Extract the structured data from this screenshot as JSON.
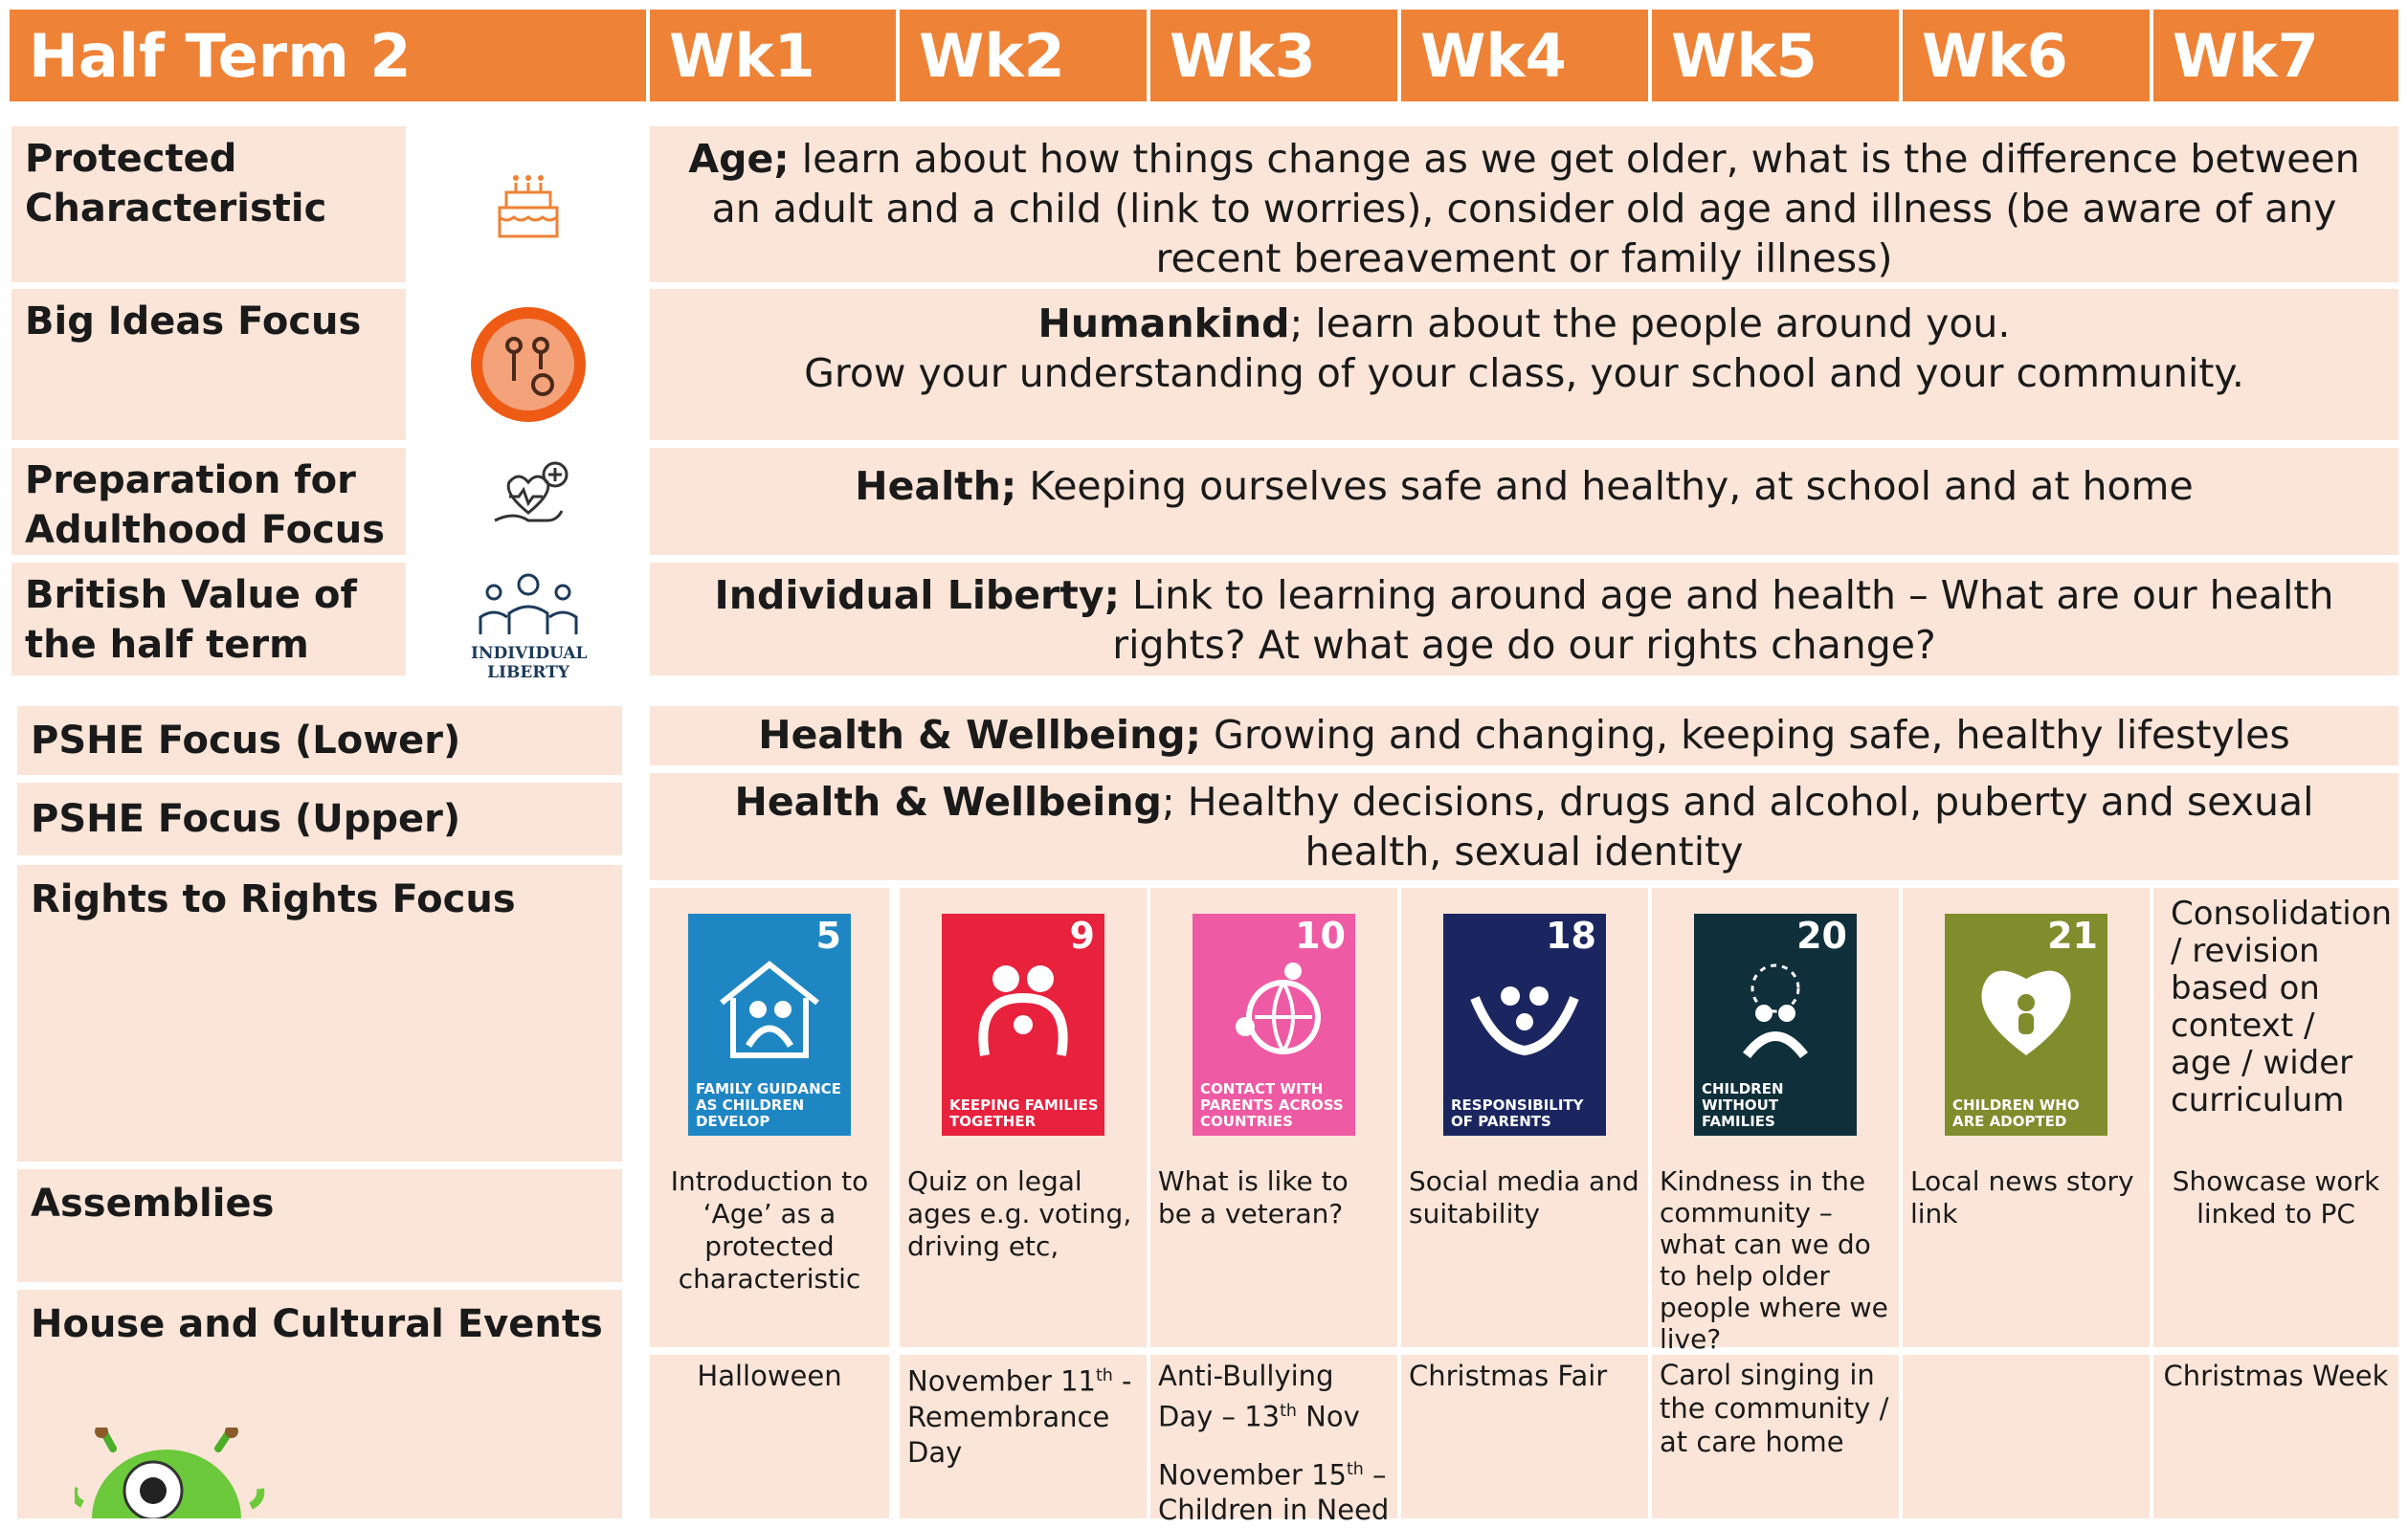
{
  "header": {
    "title": "Half Term 2",
    "weeks": [
      "Wk1",
      "Wk2",
      "Wk3",
      "Wk4",
      "Wk5",
      "Wk6",
      "Wk7"
    ]
  },
  "rows": {
    "protected": {
      "label": "Protected Characteristic",
      "bold": "Age;",
      "text": " learn about how things change as we get older, what is the difference between an adult and a child (link to worries), consider old age and illness (be aware of any recent bereavement or family illness)"
    },
    "bigideas": {
      "label": "Big Ideas Focus",
      "bold": "Humankind",
      "text": "; learn about the people around you.",
      "text2": "Grow your understanding of your class, your school and your community."
    },
    "adulthood": {
      "label": "Preparation for Adulthood Focus",
      "bold": "Health;",
      "text": " Keeping ourselves safe and healthy, at school and at home"
    },
    "british": {
      "label": "British Value of the half term",
      "icon_caption": "INDIVIDUAL LIBERTY",
      "bold": "Individual Liberty;",
      "text": " Link to learning around age and health – What are our health rights? At what age do our rights change?"
    },
    "pshe_lower": {
      "label": "PSHE Focus (Lower)",
      "bold": "Health & Wellbeing;",
      "text": " Growing and changing, keeping safe, healthy lifestyles"
    },
    "pshe_upper": {
      "label": "PSHE Focus (Upper)",
      "bold": "Health & Wellbeing",
      "text": "; Healthy decisions, drugs and alcohol, puberty and sexual health, sexual identity"
    },
    "rights": {
      "label": "Rights to Rights Focus"
    },
    "assemblies": {
      "label": "Assemblies"
    },
    "house": {
      "label": "House and Cultural Events"
    }
  },
  "rights_tiles": [
    {
      "num": "5",
      "caption": "Family guidance as children develop",
      "color": "#1e86c3"
    },
    {
      "num": "9",
      "caption": "Keeping families together",
      "color": "#e8213d"
    },
    {
      "num": "10",
      "caption": "Contact with parents across countries",
      "color": "#ee5aa3"
    },
    {
      "num": "18",
      "caption": "Responsibility of parents",
      "color": "#1b2660"
    },
    {
      "num": "20",
      "caption": "Children without families",
      "color": "#0f2f3a"
    },
    {
      "num": "21",
      "caption": "Children who are adopted",
      "color": "#7f8d2d"
    }
  ],
  "rights_wk7": "Consolidation / revision based on context / age / wider curriculum",
  "assemblies": [
    "Introduction to ‘Age’ as a protected characteristic",
    "Quiz on legal ages e.g. voting, driving etc,",
    "What is like to be a veteran?",
    "Social media and suitability",
    "Kindness in the community – what can we do to help older people where we live?",
    "Local news story link",
    "Showcase work linked to PC"
  ],
  "events": {
    "wk1": "Halloween",
    "wk2_a": "November 11",
    "wk2_sup": "th",
    "wk2_b": " - Remembrance Day",
    "wk3_a": "Anti-Bullying Day – 13",
    "wk3_sup": "th",
    "wk3_b": " Nov",
    "wk3_c": "November 15",
    "wk3_c_sup": "th",
    "wk3_d": " – Children in Need",
    "wk4": "Christmas Fair",
    "wk5": "Carol singing in the community / at care home",
    "wk6": "",
    "wk7": "Christmas Week"
  },
  "colors": {
    "accent": "#ee8236",
    "panel": "#fbe5d8"
  }
}
